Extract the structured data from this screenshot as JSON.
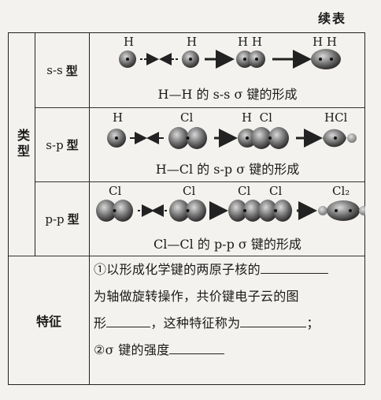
{
  "header": {
    "continued": "续表"
  },
  "table": {
    "type_label": "类型",
    "rows": [
      {
        "subtype": "s-s",
        "suffix": "型",
        "labels": [
          "H",
          "H",
          "H H",
          "H H"
        ],
        "caption": "H—H 的 s-s σ 键的形成"
      },
      {
        "subtype": "s-p",
        "suffix": "型",
        "labels": [
          "H",
          "Cl",
          "H  Cl",
          "HCl"
        ],
        "caption": "H—Cl 的 s-p σ 键的形成"
      },
      {
        "subtype": "p-p",
        "suffix": "型",
        "labels": [
          "Cl",
          "Cl",
          "Cl",
          "Cl",
          "Cl₂"
        ],
        "caption": "Cl—Cl 的 p-p σ 键的形成"
      }
    ],
    "features_label": "特征",
    "features": {
      "line1": "①以形成化学键的两原子核的",
      "line2": "为轴做旋转操作，共价键电子云的图",
      "line3a": "形",
      "line3b": "，这种特征称为",
      "line3c": "；",
      "line4": "②σ 键的强度"
    }
  },
  "colors": {
    "orbital_dark": "#3a3a3a",
    "orbital_light": "#cfcfcf",
    "ink": "#1a1a1a",
    "paper": "#f4f2ee"
  }
}
